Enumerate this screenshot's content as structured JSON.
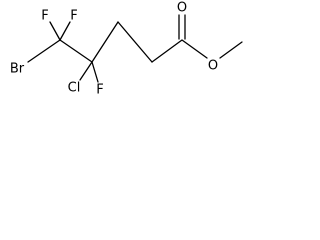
{
  "molecule": {
    "atoms": {
      "f1": "F",
      "f2": "F",
      "f3": "F",
      "br": "Br",
      "cl": "Cl",
      "o_carbonyl": "O",
      "o_ester": "O"
    }
  }
}
